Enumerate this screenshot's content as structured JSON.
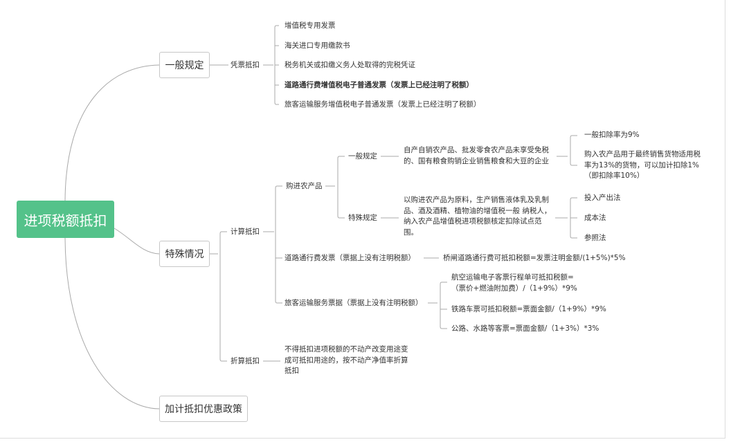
{
  "root": "进项税额抵扣",
  "general": {
    "title": "一般规定",
    "voucher": {
      "title": "凭票抵扣",
      "items": [
        "增值税专用发票",
        "海关进口专用缴款书",
        "税务机关或扣缴义务人处取得的完税凭证",
        "道路通行费增值税电子普通发票（发票上已经注明了税额）",
        "旅客运输服务增值税电子普通发票（发票上已经注明了税额）"
      ]
    }
  },
  "special": {
    "title": "特殊情况",
    "calc": {
      "title": "计算抵扣",
      "farm": {
        "title": "购进农产品",
        "general": {
          "title": "一般规定",
          "desc": "自产自销农产品、批发零食农产品未享受免税的、国有粮食购销企业销售粮食和大豆的企业",
          "rates": [
            "一般扣除率为9%",
            "购入农产品用于最终销售货物适用税率为13%的货物，可以加计扣除1%（即扣除率10%）"
          ]
        },
        "special": {
          "title": "特殊规定",
          "desc": "以购进农产品为原料，生产销售液体乳及乳制品、酒及酒精、植物油的增值税一般 纳税人，纳入农产品增值税进项税额核定扣除试点范围。",
          "methods": [
            "投入产出法",
            "成本法",
            "参照法"
          ]
        }
      },
      "toll": {
        "title": "道路通行费发票（票据上没有注明税额）",
        "formula": "桥闸道路通行费可抵扣税额=发票注明金额/(1+5%)*5%"
      },
      "travel": {
        "title": "旅客运输服务票据（票据上没有注明税额）",
        "items": [
          "航空运输电子客票行程单可抵扣税额=（票价+燃油附加费）/（1+9%）*9%",
          "铁路车票可抵扣税额=票面金额/（1+9%）*9%",
          "公路、水路等客票=票面金额/（1+3%）*3%"
        ]
      }
    },
    "depreciation": {
      "title": "折算抵扣",
      "desc": "不得抵扣进项税额的不动产改变用途变成可抵扣用途的，按不动产净值率折算抵扣"
    }
  },
  "bonus": {
    "title": "加计抵扣优惠政策"
  }
}
